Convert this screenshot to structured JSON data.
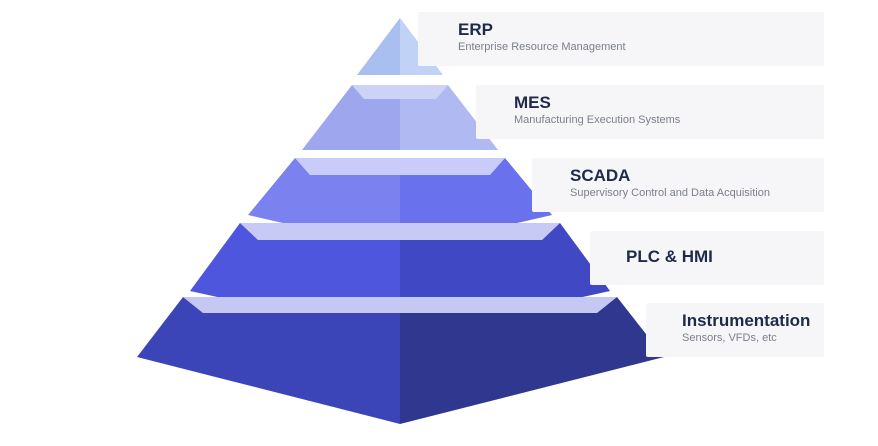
{
  "pyramid": {
    "levels": [
      {
        "title": "ERP",
        "subtitle": "Enterprise Resource Management",
        "front_color": "#a9bff0",
        "side_color": "#c1d2f7",
        "top_color": "#dbe5fb"
      },
      {
        "title": "MES",
        "subtitle": "Manufacturing Execution Systems",
        "front_color": "#9ea7ee",
        "side_color": "#b1b9f2",
        "top_color": "#cdd2f7"
      },
      {
        "title": "SCADA",
        "subtitle": "Supervisory Control and Data Acquisition",
        "front_color": "#7b82f0",
        "side_color": "#6a71ec",
        "top_color": "#c9ccf8"
      },
      {
        "title": "PLC & HMI",
        "subtitle": "",
        "front_color": "#4d56dc",
        "side_color": "#4048c4",
        "top_color": "#c7caf5"
      },
      {
        "title": "Instrumentation",
        "subtitle": "Sensors, VFDs, etc",
        "front_color": "#3c45b8",
        "side_color": "#2f378f",
        "top_color": "#c5c8f3"
      }
    ]
  }
}
